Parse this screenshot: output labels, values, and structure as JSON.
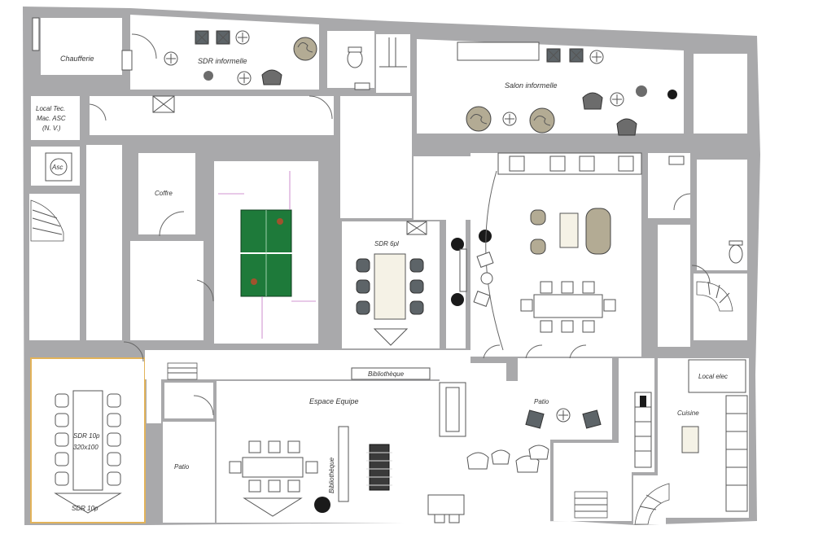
{
  "rooms": {
    "chaufferie": "Chaufferie",
    "sdr_informelle": "SDR informelle",
    "salon_informelle": "Salon informelle",
    "local_tec_1": "Local Tec.",
    "local_tec_2": "Mac. ASC",
    "local_tec_3": "(N. V.)",
    "asc": "Asc",
    "coffre": "Coffre",
    "sdr_6pl": "SDR 6pl",
    "bibliotheque": "Bibliothèque",
    "espace_equipe": "Espace Equipe",
    "bibliotheque_vertical": "Bibliothèque",
    "sdr_10p_a": "SDR 10p",
    "sdr_10p_dims": "320x100",
    "sdr_10p_b": "SDR 10p",
    "patio_left": "Patio",
    "patio_center": "Patio",
    "local_elec": "Local elec",
    "cuisine": "Cuisine"
  },
  "colors": {
    "wall": "#a9a9ab",
    "ping_pong_table": "#1e7a3a",
    "plant": "#1a1a1a",
    "highlight_border": "#e2b35a",
    "dim_line": "#c070c0"
  }
}
